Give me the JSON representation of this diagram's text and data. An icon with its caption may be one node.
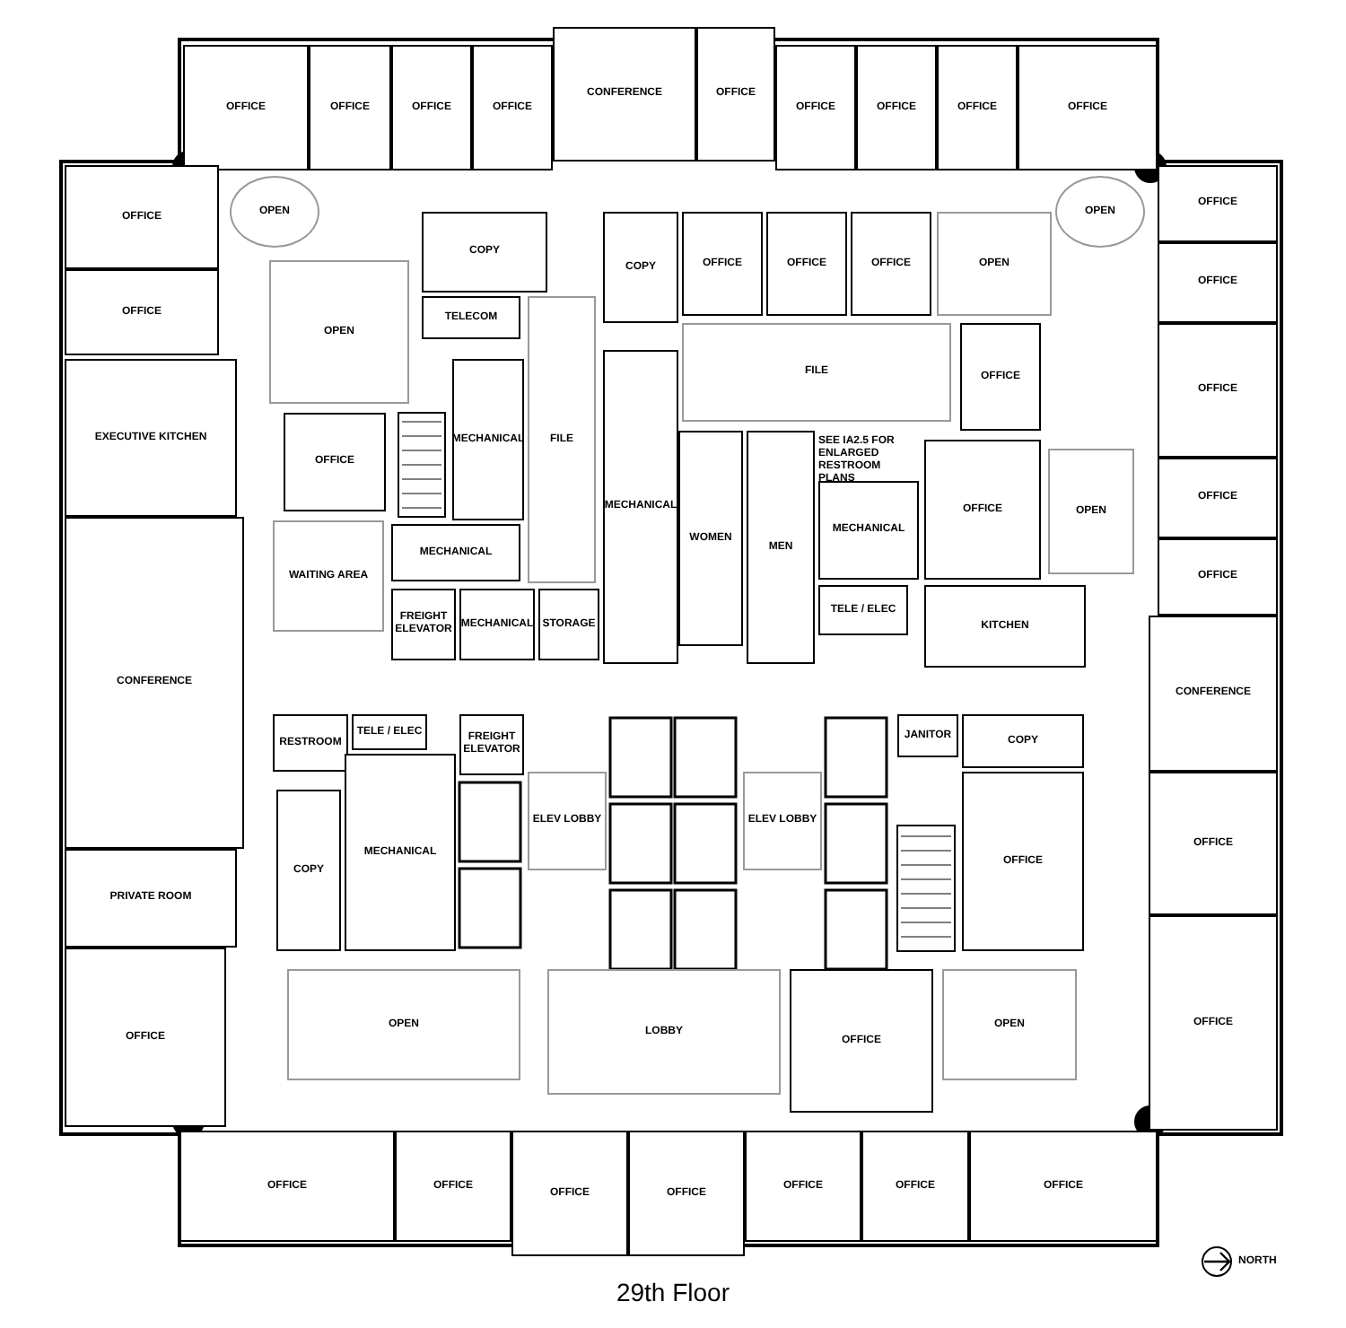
{
  "diagram": {
    "title": "29th Floor",
    "nodes": [
      {
        "text": [
          "OFFICE"
        ]
      },
      {
        "text": [
          "OFFICE"
        ]
      },
      {
        "text": [
          "OFFICE"
        ]
      },
      {
        "text": [
          "OFFICE"
        ]
      },
      {
        "text": [
          "CONFERENCE"
        ]
      },
      {
        "text": [
          "OFFICE"
        ]
      },
      {
        "text": [
          "OFFICE"
        ]
      },
      {
        "text": [
          "OFFICE"
        ]
      },
      {
        "text": [
          "OFFICE"
        ]
      },
      {
        "text": [
          "OFFICE"
        ]
      },
      {
        "text": [
          "OFFICE"
        ]
      },
      {
        "text": [
          "OFFICE"
        ]
      },
      {
        "text": [
          "EXECUTIVE KITCHEN"
        ]
      },
      {
        "text": [
          "CONFERENCE"
        ]
      },
      {
        "text": [
          "PRIVATE ROOM"
        ]
      },
      {
        "text": [
          "OFFICE"
        ]
      },
      {
        "text": [
          "OFFICE"
        ]
      },
      {
        "text": [
          "OFFICE"
        ]
      },
      {
        "text": [
          "OFFICE"
        ]
      },
      {
        "text": [
          "OFFICE"
        ]
      },
      {
        "text": [
          "OFFICE"
        ]
      },
      {
        "text": [
          "CONFERENCE"
        ]
      },
      {
        "text": [
          "OFFICE"
        ]
      },
      {
        "text": [
          "OFFICE"
        ]
      },
      {
        "text": [
          "OFFICE"
        ]
      },
      {
        "text": [
          "OFFICE"
        ]
      },
      {
        "text": [
          "OFFICE"
        ]
      },
      {
        "text": [
          "OFFICE"
        ]
      },
      {
        "text": [
          "OFFICE"
        ]
      },
      {
        "text": [
          "OFFICE"
        ]
      },
      {
        "text": [
          "OFFICE"
        ]
      },
      {
        "text": [
          "OPEN"
        ]
      },
      {
        "text": [
          "OPEN"
        ]
      },
      {
        "text": [
          "OPEN"
        ]
      },
      {
        "text": [
          "COPY"
        ]
      },
      {
        "text": [
          "TELECOM"
        ]
      },
      {
        "text": [
          "OFFICE"
        ]
      },
      {
        "text": [
          "MECHANICAL"
        ]
      },
      {
        "text": [
          "WAITING AREA"
        ]
      },
      {
        "text": [
          "MECHANICAL"
        ]
      },
      {
        "text": [
          "FREIGHT ELEVATOR"
        ]
      },
      {
        "text": [
          "MECHANICAL"
        ]
      },
      {
        "text": [
          "STORAGE"
        ]
      },
      {
        "text": [
          "FILE"
        ]
      },
      {
        "text": [
          "COPY"
        ]
      },
      {
        "text": [
          "OFFICE"
        ]
      },
      {
        "text": [
          "OFFICE"
        ]
      },
      {
        "text": [
          "OFFICE"
        ]
      },
      {
        "text": [
          "OPEN"
        ]
      },
      {
        "text": [
          "FILE"
        ]
      },
      {
        "text": [
          "MECHANICAL"
        ]
      },
      {
        "text": [
          "OFFICE"
        ]
      },
      {
        "text": [
          "WOMEN"
        ]
      },
      {
        "text": [
          "MEN"
        ]
      },
      {
        "text": [
          "MECHANICAL"
        ]
      },
      {
        "text": [
          "OFFICE"
        ]
      },
      {
        "text": [
          "OPEN"
        ]
      },
      {
        "text": [
          "TELE / ELEC"
        ]
      },
      {
        "text": [
          "KITCHEN"
        ]
      },
      {
        "text": [
          "RESTROOM"
        ]
      },
      {
        "text": [
          "TELE / ELEC"
        ]
      },
      {
        "text": [
          "FREIGHT ELEVATOR"
        ]
      },
      {
        "text": [
          "COPY"
        ]
      },
      {
        "text": [
          "MECHANICAL"
        ]
      },
      {
        "text": [
          "ELEV LOBBY"
        ]
      },
      {
        "text": [
          "ELEV LOBBY"
        ]
      },
      {
        "text": [
          "JANITOR"
        ]
      },
      {
        "text": [
          "COPY"
        ]
      },
      {
        "text": [
          "OFFICE"
        ]
      },
      {
        "text": [
          "OPEN"
        ]
      },
      {
        "text": [
          "LOBBY"
        ]
      },
      {
        "text": [
          "OFFICE"
        ]
      },
      {
        "text": [
          "OPEN"
        ]
      }
    ],
    "labels": [
      "SEE IA2.5 FOR ENLARGED RESTROOM PLANS",
      "NORTH"
    ]
  }
}
